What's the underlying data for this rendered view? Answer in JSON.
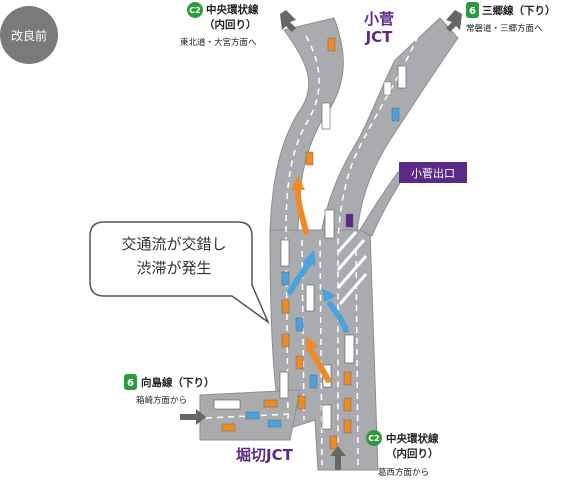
{
  "badge": {
    "label": "改良前"
  },
  "junctions": {
    "kosuge": {
      "line1": "小菅",
      "line2": "JCT"
    },
    "horikiri": {
      "label": "堀切JCT"
    }
  },
  "exit": {
    "label": "小菅出口"
  },
  "callout": {
    "line1": "交通流が交錯し",
    "line2": "渋滞が発生"
  },
  "routes": {
    "top_left": {
      "badge": "C2",
      "name": "中央環状線",
      "sub1": "（内回り）",
      "sub2": "東北道・大宮方面へ"
    },
    "top_right": {
      "badge": "6",
      "name": "三郷線（下り）",
      "sub1": "常磐道・三郷方面へ"
    },
    "left": {
      "badge": "6",
      "name": "向島線（下り）",
      "sub1": "箱崎方面から"
    },
    "bottom_right": {
      "badge": "C2",
      "name": "中央環状線",
      "sub1": "（内回り）",
      "sub2": "葛西方面から"
    }
  },
  "colors": {
    "road": "#a9abae",
    "road_edge": "#8c8e91",
    "lane_line": "#ffffff",
    "jct_purple": "#5b2a86",
    "route_green": "#2e9a3e",
    "flow_orange": "#f08a24",
    "flow_blue": "#4aa3df",
    "badge_gray": "#7a7a7a"
  }
}
